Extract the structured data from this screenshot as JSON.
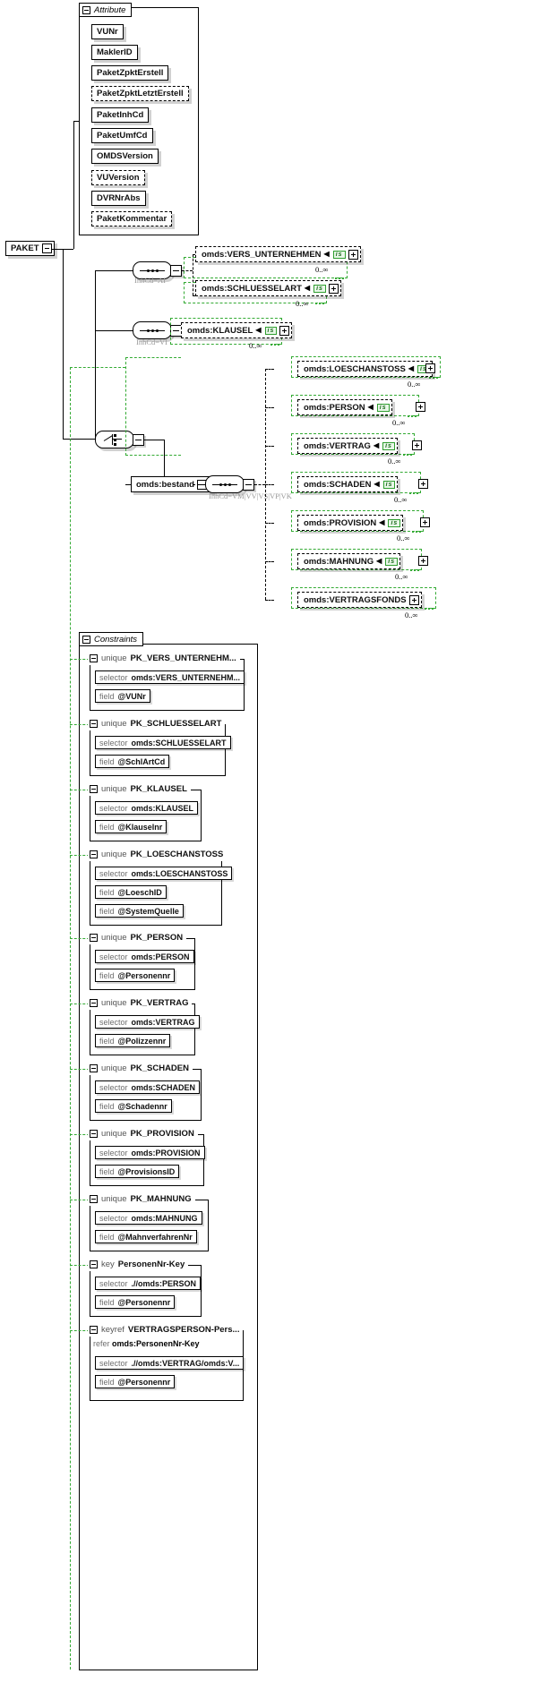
{
  "diagram": {
    "type": "xsd-schema-diagram",
    "root_element": {
      "name": "PAKET",
      "toggle": "minus"
    },
    "attribute_panel": {
      "title": "Attribute",
      "toggle": "minus",
      "attributes": [
        {
          "name": "VUNr",
          "optional": false
        },
        {
          "name": "MaklerID",
          "optional": false
        },
        {
          "name": "PaketZpktErstell",
          "optional": false
        },
        {
          "name": "PaketZpktLetztErstell",
          "optional": true
        },
        {
          "name": "PaketInhCd",
          "optional": false
        },
        {
          "name": "PaketUmfCd",
          "optional": false
        },
        {
          "name": "OMDSVersion",
          "optional": false
        },
        {
          "name": "VUVersion",
          "optional": true
        },
        {
          "name": "DVRNrAbs",
          "optional": false
        },
        {
          "name": "PaketKommentar",
          "optional": true
        }
      ]
    },
    "compositors": [
      {
        "id": "seq-ai",
        "kind": "sequence",
        "label": "InhCd=AI"
      },
      {
        "id": "seq-vi",
        "kind": "sequence",
        "label": "InhCd=VI"
      },
      {
        "id": "choice-root",
        "kind": "choice",
        "label": ""
      },
      {
        "id": "seq-bestand",
        "kind": "sequence",
        "label": "InhCd=VM|VV|VS|VP|VK"
      }
    ],
    "elements": [
      {
        "name": "omds:VERS_UNTERNEHMEN",
        "badge": "is",
        "expander": "plus",
        "occurrence": "0..∞",
        "group": "seq-ai"
      },
      {
        "name": "omds:SCHLUESSELART",
        "badge": "is",
        "expander": "plus",
        "occurrence": "0..∞",
        "group": "seq-ai"
      },
      {
        "name": "omds:KLAUSEL",
        "badge": "is",
        "expander": "plus",
        "occurrence": "0..∞",
        "group": "seq-vi"
      },
      {
        "name": "omds:bestand",
        "badge": "",
        "expander": "",
        "occurrence": "",
        "group": "choice-root"
      },
      {
        "name": "omds:LOESCHANSTOSS",
        "badge": "is",
        "expander": "plus",
        "occurrence": "0..∞",
        "group": "seq-bestand"
      },
      {
        "name": "omds:PERSON",
        "badge": "is",
        "expander": "plus",
        "occurrence": "0..∞",
        "group": "seq-bestand"
      },
      {
        "name": "omds:VERTRAG",
        "badge": "is",
        "expander": "plus",
        "occurrence": "0..∞",
        "group": "seq-bestand"
      },
      {
        "name": "omds:SCHADEN",
        "badge": "is",
        "expander": "plus",
        "occurrence": "0..∞",
        "group": "seq-bestand"
      },
      {
        "name": "omds:PROVISION",
        "badge": "is",
        "expander": "plus",
        "occurrence": "0..∞",
        "group": "seq-bestand"
      },
      {
        "name": "omds:MAHNUNG",
        "badge": "is",
        "expander": "plus",
        "occurrence": "0..∞",
        "group": "seq-bestand"
      },
      {
        "name": "omds:VERTRAGSFONDS",
        "badge": "",
        "expander": "plus",
        "occurrence": "0..∞",
        "group": "seq-bestand"
      }
    ],
    "constraints_panel": {
      "title": "Constraints",
      "toggle": "minus",
      "items": [
        {
          "kind": "unique",
          "name": "PK_VERS_UNTERNEHM...",
          "toggle": "minus",
          "rows": [
            {
              "kw": "selector",
              "val": "omds:VERS_UNTERNEHM..."
            },
            {
              "kw": "field",
              "val": "@VUNr"
            }
          ]
        },
        {
          "kind": "unique",
          "name": "PK_SCHLUESSELART",
          "toggle": "minus",
          "rows": [
            {
              "kw": "selector",
              "val": "omds:SCHLUESSELART"
            },
            {
              "kw": "field",
              "val": "@SchlArtCd"
            }
          ]
        },
        {
          "kind": "unique",
          "name": "PK_KLAUSEL",
          "toggle": "minus",
          "rows": [
            {
              "kw": "selector",
              "val": "omds:KLAUSEL"
            },
            {
              "kw": "field",
              "val": "@Klauselnr"
            }
          ]
        },
        {
          "kind": "unique",
          "name": "PK_LOESCHANSTOSS",
          "toggle": "minus",
          "rows": [
            {
              "kw": "selector",
              "val": "omds:LOESCHANSTOSS"
            },
            {
              "kw": "field",
              "val": "@LoeschID"
            },
            {
              "kw": "field",
              "val": "@SystemQuelle"
            }
          ]
        },
        {
          "kind": "unique",
          "name": "PK_PERSON",
          "toggle": "minus",
          "rows": [
            {
              "kw": "selector",
              "val": "omds:PERSON"
            },
            {
              "kw": "field",
              "val": "@Personennr"
            }
          ]
        },
        {
          "kind": "unique",
          "name": "PK_VERTRAG",
          "toggle": "minus",
          "rows": [
            {
              "kw": "selector",
              "val": "omds:VERTRAG"
            },
            {
              "kw": "field",
              "val": "@Polizzennr"
            }
          ]
        },
        {
          "kind": "unique",
          "name": "PK_SCHADEN",
          "toggle": "minus",
          "rows": [
            {
              "kw": "selector",
              "val": "omds:SCHADEN"
            },
            {
              "kw": "field",
              "val": "@Schadennr"
            }
          ]
        },
        {
          "kind": "unique",
          "name": "PK_PROVISION",
          "toggle": "minus",
          "rows": [
            {
              "kw": "selector",
              "val": "omds:PROVISION"
            },
            {
              "kw": "field",
              "val": "@ProvisionsID"
            }
          ]
        },
        {
          "kind": "unique",
          "name": "PK_MAHNUNG",
          "toggle": "minus",
          "rows": [
            {
              "kw": "selector",
              "val": "omds:MAHNUNG"
            },
            {
              "kw": "field",
              "val": "@MahnverfahrenNr"
            }
          ]
        },
        {
          "kind": "key",
          "name": "PersonenNr-Key",
          "toggle": "minus",
          "rows": [
            {
              "kw": "selector",
              "val": ".//omds:PERSON"
            },
            {
              "kw": "field",
              "val": "@Personennr"
            }
          ]
        },
        {
          "kind": "keyref",
          "name": "VERTRAGSPERSON-Pers...",
          "toggle": "minus",
          "refer": {
            "kw": "refer",
            "val": "omds:PersonenNr-Key"
          },
          "rows": [
            {
              "kw": "selector",
              "val": ".//omds:VERTRAG/omds:V..."
            },
            {
              "kw": "field",
              "val": "@Personennr"
            }
          ]
        }
      ]
    }
  }
}
